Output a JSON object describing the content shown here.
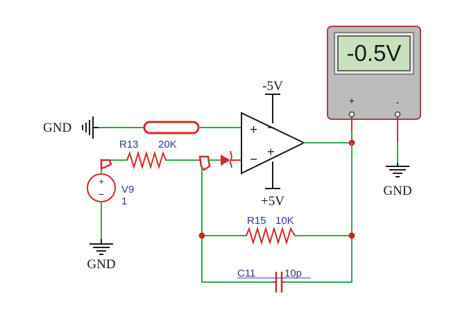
{
  "meter": {
    "reading": "-0.5V",
    "plus_label": "+",
    "minus_label": "-"
  },
  "labels": {
    "gnd_left": "GND",
    "gnd_bottom": "GND",
    "gnd_right": "GND",
    "neg_supply": "-5V",
    "pos_supply": "+5V",
    "opamp_plus": "+",
    "opamp_minus": "−",
    "opamp_plus2": "+",
    "opamp_minus2": "−"
  },
  "components": {
    "r13_name": "R13",
    "r13_value": "20K",
    "r15_name": "R15",
    "r15_value": "10K",
    "c11_name": "C11",
    "c11_value": "10p",
    "v9_name": "V9",
    "v9_value": "1",
    "v9_plus": "+",
    "v9_minus": "−"
  },
  "colors": {
    "wire": "#2fa84f",
    "probe": "#d42828",
    "meter_body": "#bcbcbc",
    "meter_border": "#a84040",
    "screen": "#c9e2bd",
    "label_blue": "#2a3b8f"
  }
}
